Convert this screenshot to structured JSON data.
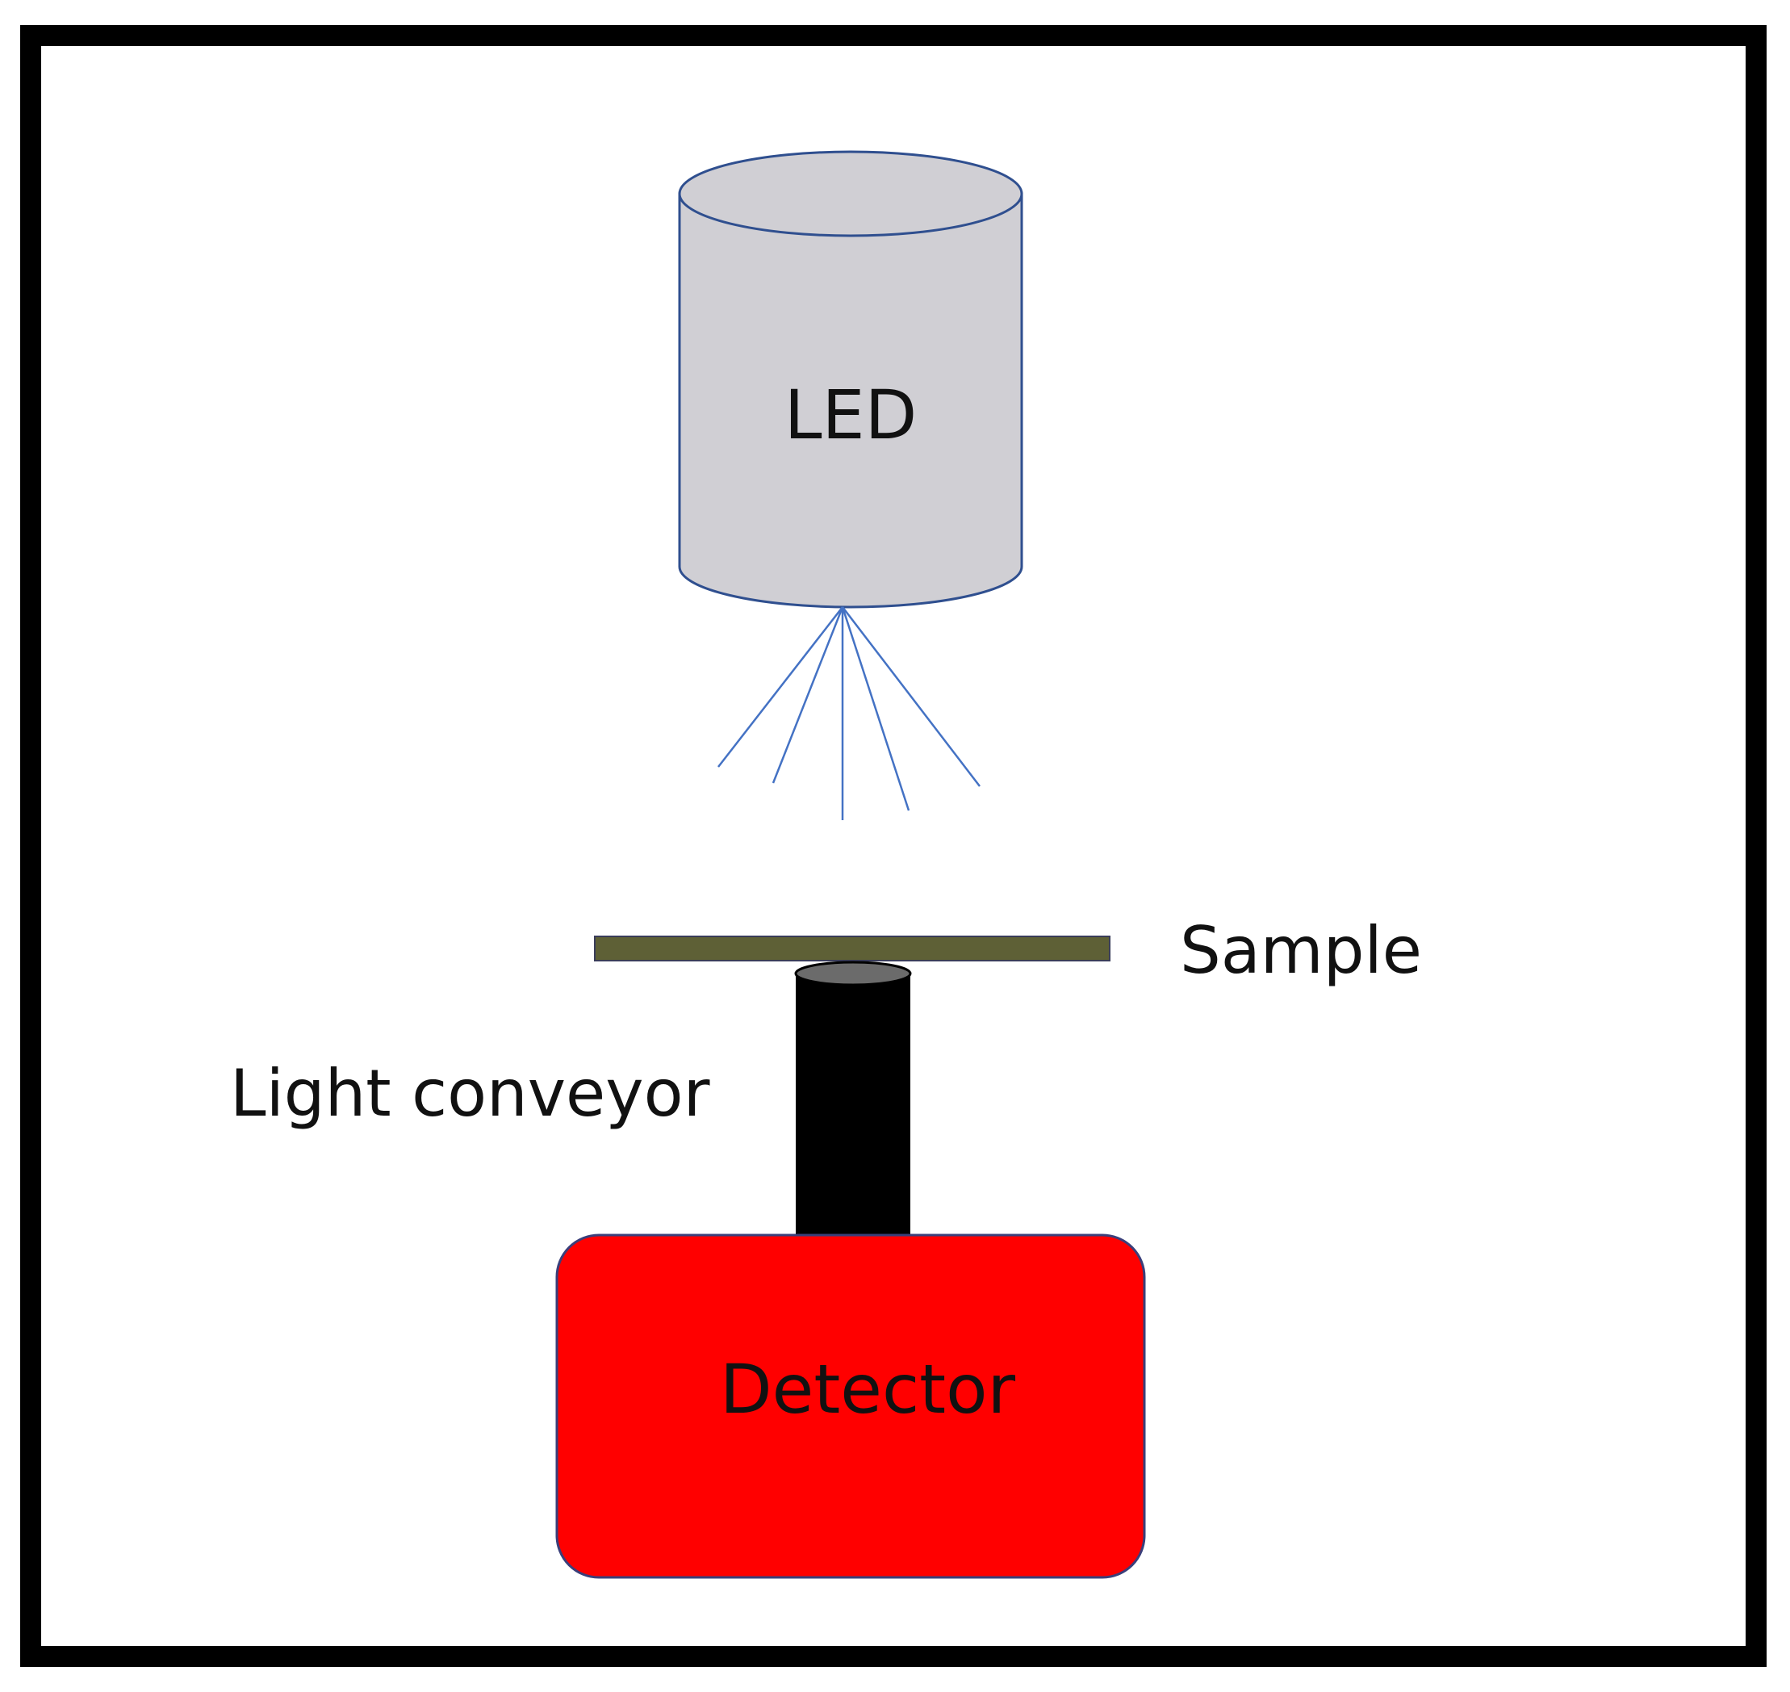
{
  "labels": {
    "led": "LED",
    "sample": "Sample",
    "light_conveyor": "Light conveyor",
    "detector": "Detector"
  },
  "colors": {
    "frame": "#000000",
    "background": "#ffffff",
    "led_fill": "#d0cfd4",
    "led_stroke": "#2f4f8f",
    "light_rays": "#4472c4",
    "sample_fill": "#5e6036",
    "conveyor_body": "#000000",
    "conveyor_top": "#6b6b6b",
    "detector_fill": "#ff0000",
    "detector_stroke": "#3a3f7a",
    "detector_text": "#111111"
  }
}
